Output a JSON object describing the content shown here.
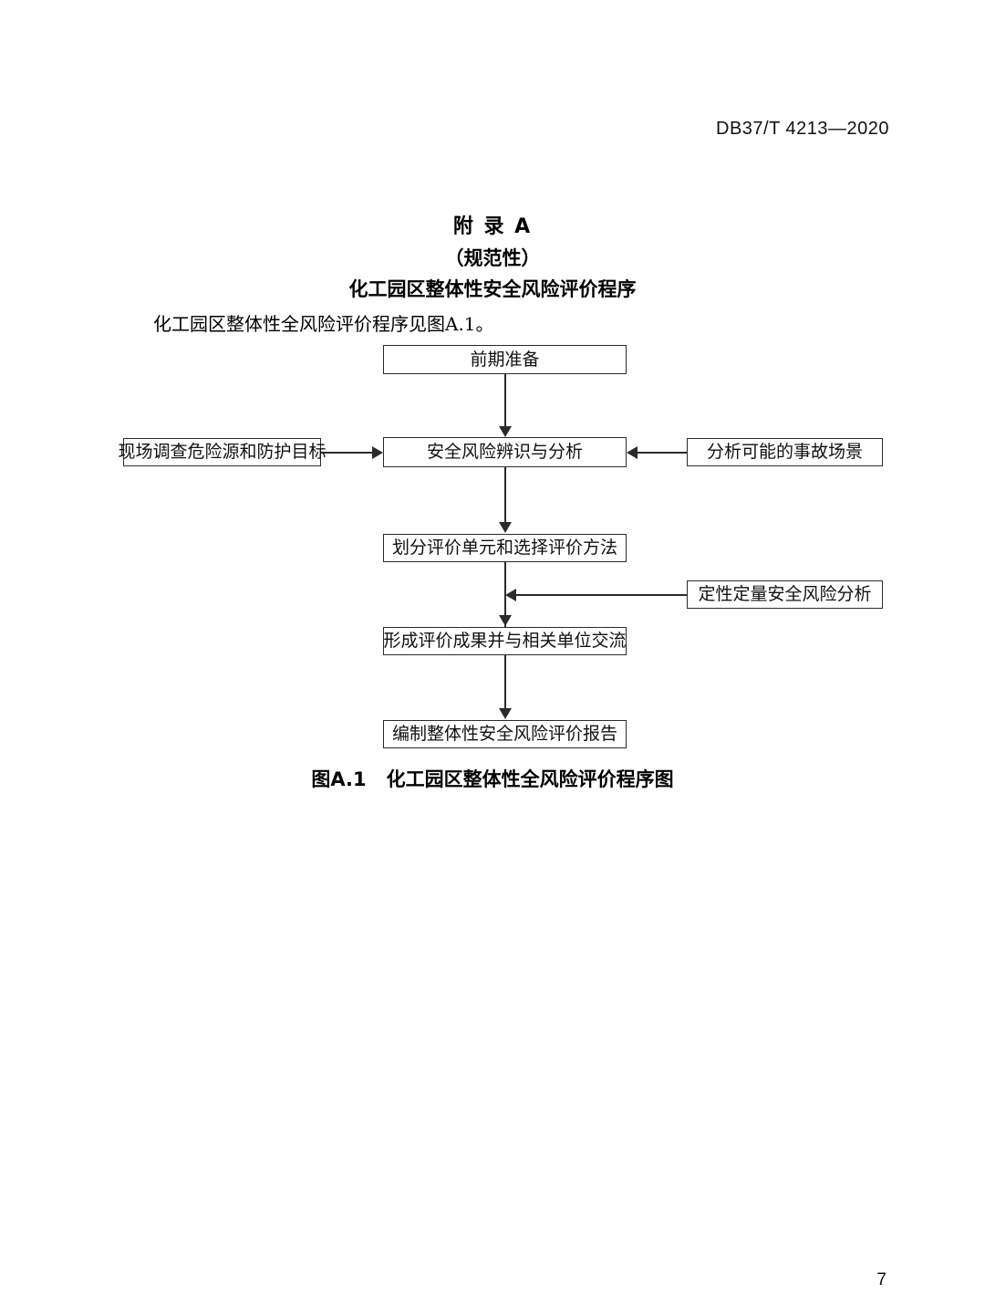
{
  "document": {
    "header_standard_number": "DB37/T 4213—2020",
    "page_number": "7"
  },
  "annex": {
    "title": "附 录 A",
    "kind": "（规范性）",
    "subject": "化工园区整体性安全风险评价程序",
    "intro_paragraph": "化工园区整体性全风险评价程序见图A.1。"
  },
  "figure": {
    "caption_label": "图A.1",
    "caption_text": "化工园区整体性全风险评价程序图",
    "line_color": "#2b2b2b",
    "box_fill": "#ffffff",
    "text_color": "#111111"
  },
  "flowchart": {
    "type": "flowchart",
    "orientation": "top-to-bottom",
    "nodes": [
      {
        "id": "n1",
        "label": "前期准备",
        "column": "main",
        "row": 1
      },
      {
        "id": "n2",
        "label": "现场调查危险源和防护目标",
        "column": "left",
        "row": 2
      },
      {
        "id": "n3",
        "label": "安全风险辨识与分析",
        "column": "main",
        "row": 2
      },
      {
        "id": "n4",
        "label": "分析可能的事故场景",
        "column": "right",
        "row": 2
      },
      {
        "id": "n5",
        "label": "划分评价单元和选择评价方法",
        "column": "main",
        "row": 3
      },
      {
        "id": "n6",
        "label": "定性定量安全风险分析",
        "column": "right",
        "row": 4
      },
      {
        "id": "n7",
        "label": "形成评价成果并与相关单位交流",
        "column": "main",
        "row": 5
      },
      {
        "id": "n8",
        "label": "编制整体性安全风险评价报告",
        "column": "main",
        "row": 6
      }
    ],
    "edges": [
      {
        "from": "n1",
        "to": "n3",
        "direction": "down"
      },
      {
        "from": "n2",
        "to": "n3",
        "direction": "right"
      },
      {
        "from": "n4",
        "to": "n3",
        "direction": "left"
      },
      {
        "from": "n3",
        "to": "n5",
        "direction": "down"
      },
      {
        "from": "n5",
        "to": "n7",
        "direction": "down"
      },
      {
        "from": "n6",
        "to": "n5-n7-connector",
        "direction": "left"
      },
      {
        "from": "n7",
        "to": "n8",
        "direction": "down"
      }
    ]
  }
}
